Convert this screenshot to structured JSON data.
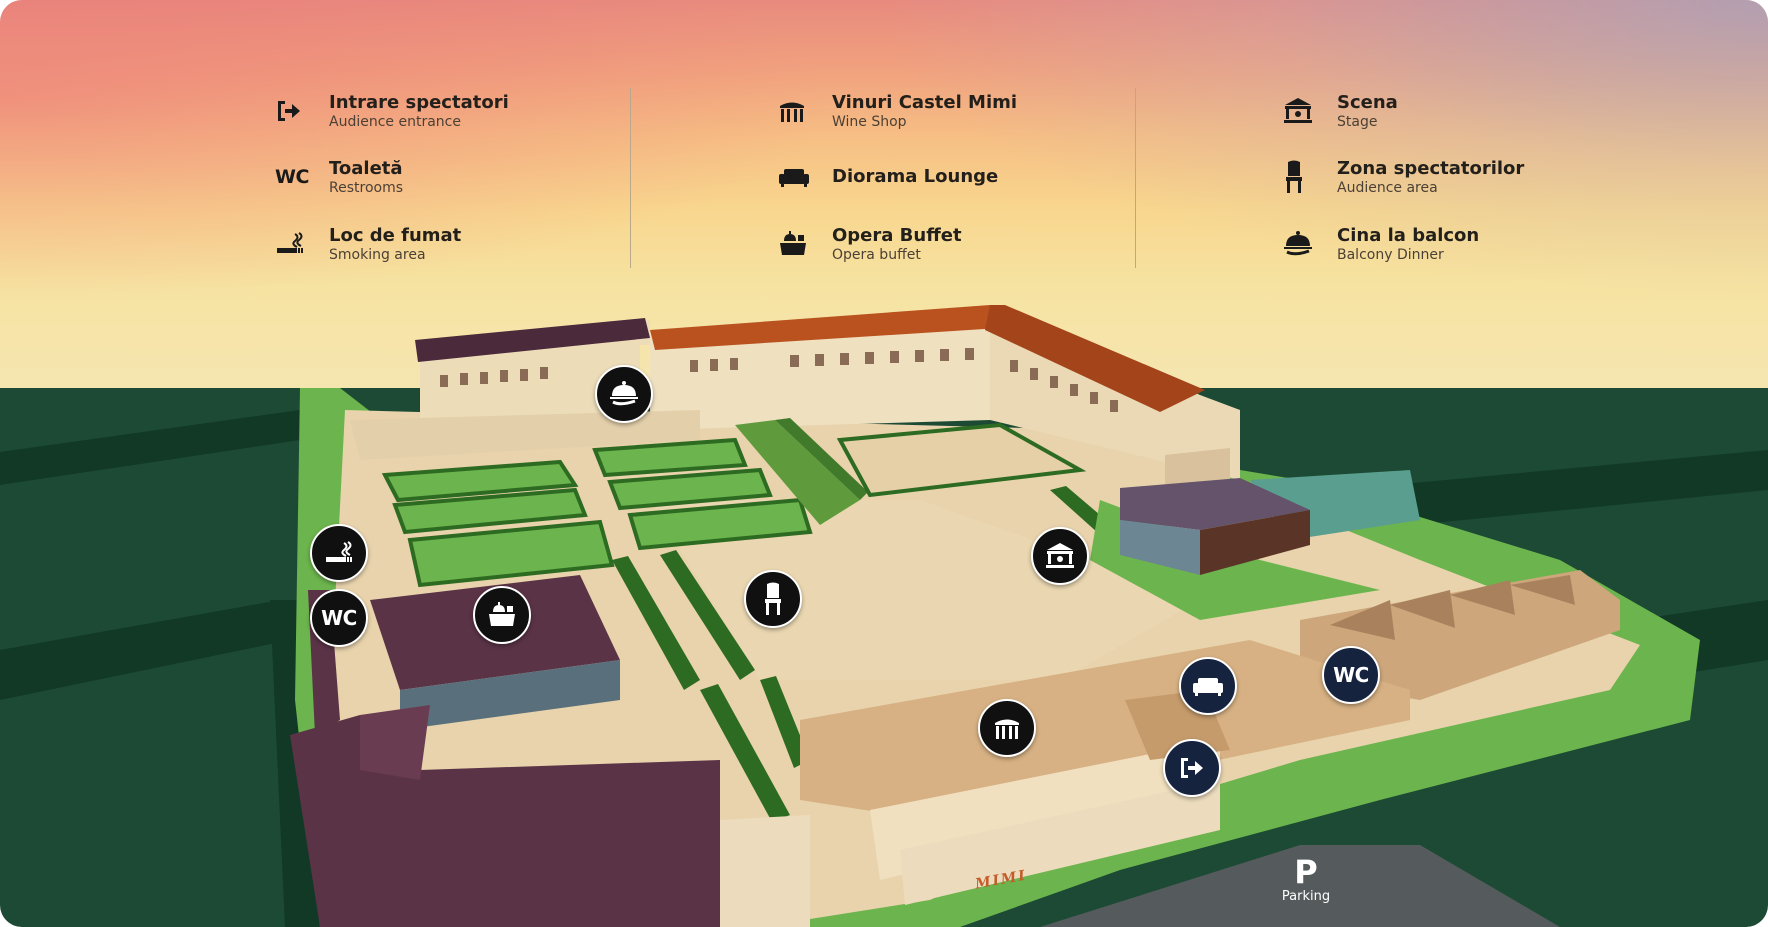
{
  "legend": {
    "columns": [
      {
        "items": [
          {
            "icon": "entrance-arrow-icon",
            "title": "Intrare spectatori",
            "subtitle": "Audience entrance"
          },
          {
            "icon": "wc-icon",
            "icon_text": "WC",
            "title": "Toaletă",
            "subtitle": "Restrooms"
          },
          {
            "icon": "cigarette-icon",
            "title": "Loc de fumat",
            "subtitle": "Smoking area"
          }
        ]
      },
      {
        "items": [
          {
            "icon": "wine-shop-icon",
            "title": "Vinuri Castel Mimi",
            "subtitle": "Wine Shop"
          },
          {
            "icon": "sofa-icon",
            "title": "Diorama Lounge",
            "subtitle": ""
          },
          {
            "icon": "buffet-icon",
            "title": "Opera Buffet",
            "subtitle": "Opera buffet"
          }
        ]
      },
      {
        "items": [
          {
            "icon": "stage-icon",
            "title": "Scena",
            "subtitle": "Stage"
          },
          {
            "icon": "chair-icon",
            "title": "Zona spectatorilor",
            "subtitle": "Audience area"
          },
          {
            "icon": "cloche-icon",
            "title": "Cina la balcon",
            "subtitle": "Balcony Dinner"
          }
        ]
      }
    ]
  },
  "markers": {
    "balcony_dinner": {
      "icon": "cloche-icon"
    },
    "smoking": {
      "icon": "cigarette-icon"
    },
    "restroom_west": {
      "icon": "wc-icon",
      "text": "WC"
    },
    "buffet": {
      "icon": "buffet-icon"
    },
    "audience_area": {
      "icon": "chair-icon"
    },
    "stage": {
      "icon": "stage-icon"
    },
    "lounge": {
      "icon": "sofa-icon"
    },
    "restroom_east": {
      "icon": "wc-icon",
      "text": "WC"
    },
    "wine_shop": {
      "icon": "wine-shop-icon"
    },
    "entrance": {
      "icon": "entrance-arrow-icon"
    }
  },
  "parking": {
    "letter": "P",
    "label": "Parking"
  },
  "sign": {
    "text": "MIMI"
  },
  "colors": {
    "ground": "#1c4a34",
    "lawn": "#6cb44d",
    "hedge": "#2e6b22",
    "paving": "#e8d3ac",
    "roof_purple": "#5a3346",
    "roof_orange": "#b9521f",
    "wall": "#efdfbf",
    "marker": "#101010"
  }
}
